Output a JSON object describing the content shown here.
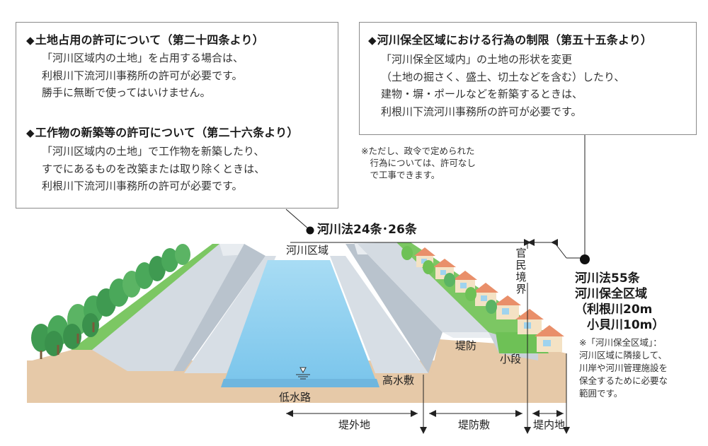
{
  "box_left": {
    "section1": {
      "heading": "土地占用の許可について（第二十四条より）",
      "lines": [
        "「河川区域内の土地」を占用する場合は、",
        "利根川下流河川事務所の許可が必要です。",
        "勝手に無断で使ってはいけません。"
      ]
    },
    "section2": {
      "heading": "工作物の新築等の許可について（第二十六条より）",
      "lines": [
        "「河川区域内の土地」で工作物を新築したり、",
        "すでにあるものを改築または取り除くときは、",
        "利根川下流河川事務所の許可が必要です。"
      ]
    }
  },
  "box_right": {
    "heading": "河川保全区域における行為の制限（第五十五条より）",
    "lines": [
      "「河川保全区域内」の土地の形状を変更",
      "（土地の掘さく、盛土、切土などを含む）したり、",
      "建物・塀・ポールなどを新築するときは、",
      "利根川下流河川事務所の許可が必要です。"
    ]
  },
  "note_exemption": {
    "lines": [
      "※ただし、政令で定められた",
      "　行為については、許可なし",
      "　で工事できます。"
    ]
  },
  "diamond": "◆",
  "law_24_26": "河川法24条･26条",
  "river_area": "河川区域",
  "boundary": "官民境界",
  "law_55": {
    "lines": [
      "河川法55条",
      "河川保全区域",
      "（利根川20m",
      "　小貝川10m）"
    ]
  },
  "note_55": {
    "lines": [
      "※「河川保全区域」：",
      "河川区域に隣接して、",
      "川岸や河川管理施設を",
      "保全するために必要な",
      "範囲です。"
    ]
  },
  "labels": {
    "levee": "堤防",
    "berm": "小段",
    "high_water_bed": "高水敷",
    "low_water_channel": "低水路",
    "outside_levee": "堤外地",
    "levee_site": "堤防敷",
    "inside_levee": "堤内地"
  },
  "colors": {
    "water": "#8fd0ef",
    "concrete": "#c9d1d9",
    "ground": "#e6c9a8",
    "grass": "#6ec156",
    "tree": "#4aa85a"
  }
}
